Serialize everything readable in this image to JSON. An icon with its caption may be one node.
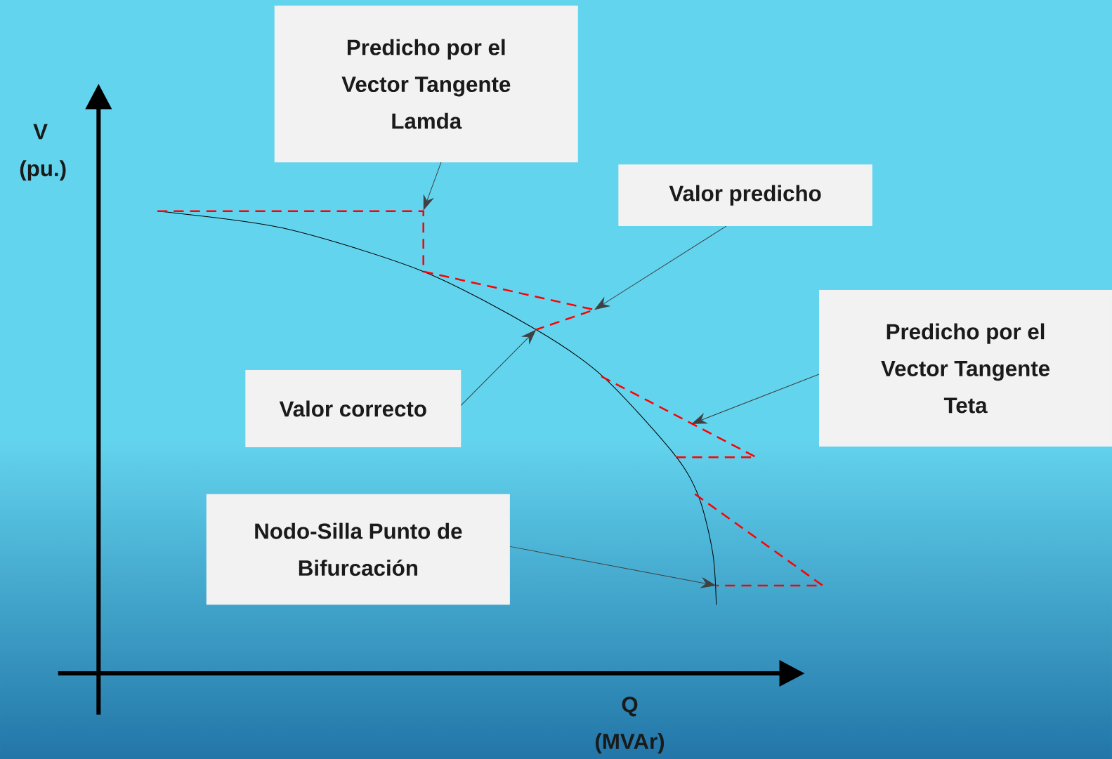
{
  "diagram": {
    "nodes": [
      {
        "text": [
          "Predicho por el Vector Tangente Lamda"
        ]
      },
      {
        "text": [
          "Valor predicho"
        ]
      },
      {
        "text": [
          "Predicho por el Vector Tangente Teta"
        ]
      },
      {
        "text": [
          "Valor correcto"
        ]
      },
      {
        "text": [
          "Nodo-Silla Punto de Bifurcación"
        ]
      }
    ],
    "edges": [
      {
        "from": 0,
        "to": null,
        "arrow": "to"
      },
      {
        "from": 1,
        "to": null,
        "arrow": "to"
      },
      {
        "from": 2,
        "to": null,
        "arrow": "to"
      },
      {
        "from": 3,
        "to": null,
        "arrow": "to"
      },
      {
        "from": 4,
        "to": null,
        "arrow": "to"
      }
    ],
    "labels": [
      "V (pu.)",
      "Q (MVAr)"
    ]
  }
}
